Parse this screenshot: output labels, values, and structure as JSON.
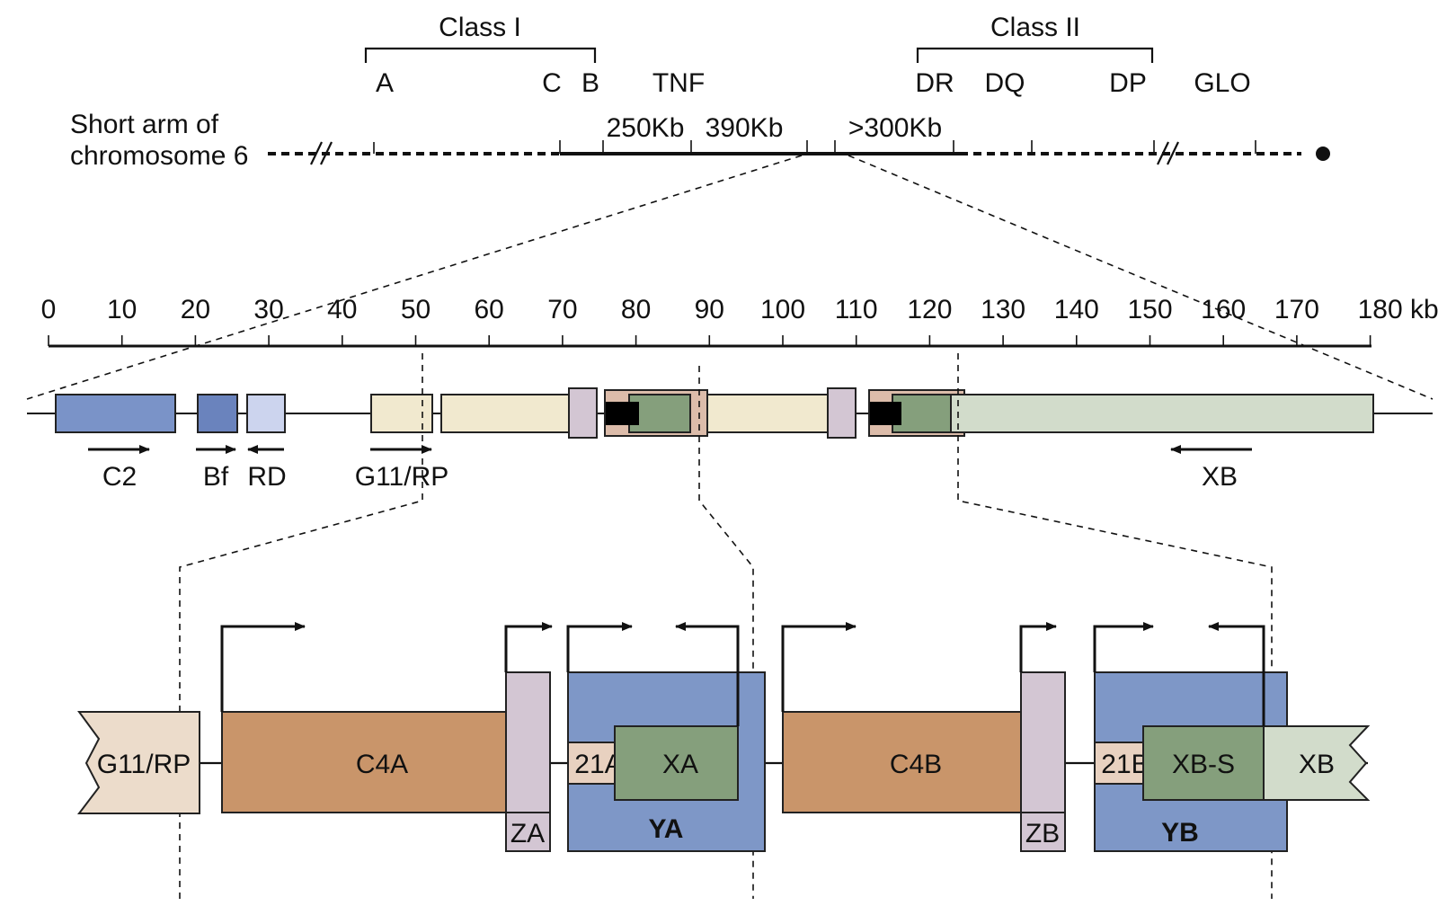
{
  "chromosome": {
    "arm_label_line1": "Short arm of",
    "arm_label_line2": "chromosome 6",
    "class1": "Class I",
    "class2": "Class II",
    "loci": {
      "A": "A",
      "C": "C",
      "B": "B",
      "TNF": "TNF",
      "DR": "DR",
      "DQ": "DQ",
      "DP": "DP",
      "GLO": "GLO"
    },
    "dist_250": "250Kb",
    "dist_390": "390Kb",
    "dist_300": ">300Kb"
  },
  "scale": {
    "ticks": [
      "0",
      "10",
      "20",
      "30",
      "40",
      "50",
      "60",
      "70",
      "80",
      "90",
      "100",
      "110",
      "120",
      "130",
      "140",
      "150",
      "160",
      "170",
      "180 kb"
    ]
  },
  "class3_genes": {
    "C2": "C2",
    "Bf": "Bf",
    "RD": "RD",
    "G11RP": "G11/RP",
    "XB": "XB"
  },
  "module": {
    "G11RP": "G11/RP",
    "C4A": "C4A",
    "ZA": "ZA",
    "21A": "21A",
    "XA": "XA",
    "YA": "YA",
    "C4B": "C4B",
    "ZB": "ZB",
    "21B": "21B",
    "XBS": "XB-S",
    "YB": "YB",
    "XB": "XB"
  },
  "colors": {
    "c2_blue": "#7a93c8",
    "bf_blue": "#6a83bd",
    "rd_lavender": "#ccd4ee",
    "pale_yellow": "#f1e9cf",
    "mauve": "#d3c6d3",
    "pink_beige": "#dcbcaa",
    "green": "#859f7c",
    "pale_green": "#d2dccb",
    "c4_brown": "#c9956a",
    "module_blue": "#7e97c7",
    "g11_beige": "#ecdccb",
    "cyp_beige": "#e8d1c0"
  }
}
